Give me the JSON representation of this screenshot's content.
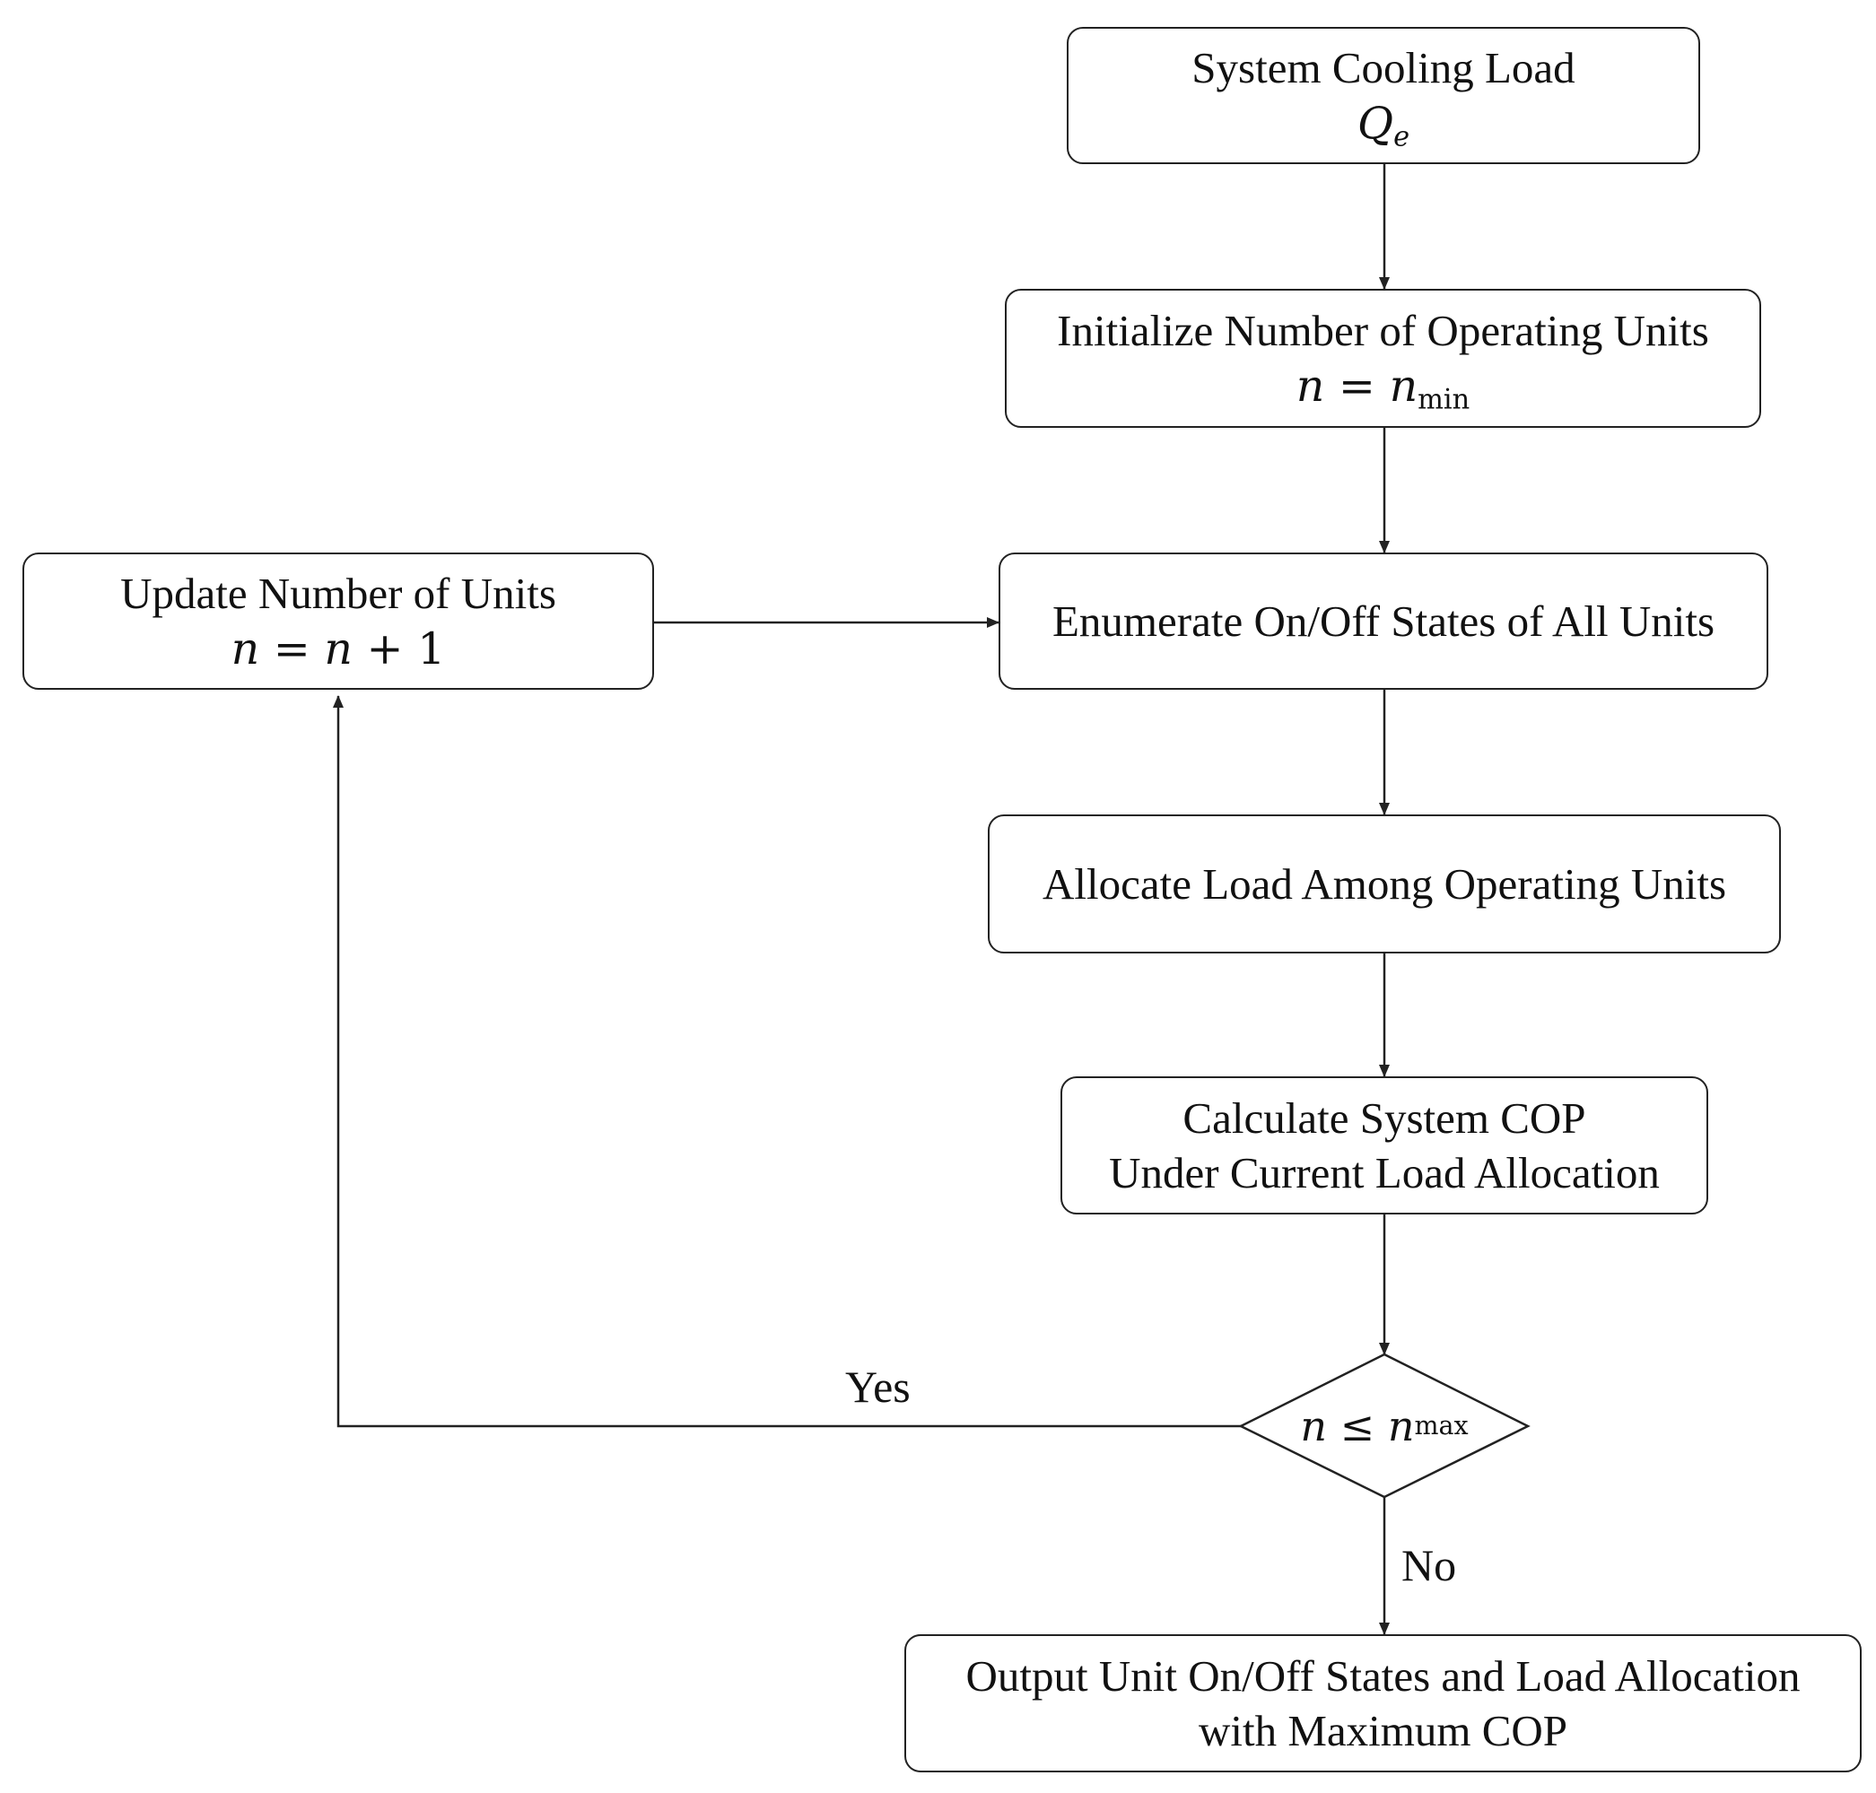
{
  "diagram": {
    "nodes": {
      "cooling_load": {
        "label": "System Cooling Load",
        "math": {
          "base": "Q",
          "sub": "e"
        }
      },
      "initialize": {
        "label": "Initialize Number of Operating Units",
        "math": {
          "lhs": "n",
          "op": "=",
          "rhs": "n",
          "sub": "min"
        }
      },
      "update": {
        "label": "Update Number of Units",
        "math": {
          "lhs": "n",
          "op": "=",
          "rhs": "n",
          "op2": "+",
          "const": "1"
        }
      },
      "enumerate": {
        "label": "Enumerate On/Off States of All Units"
      },
      "allocate": {
        "label": "Allocate Load Among Operating Units"
      },
      "calculate": {
        "line1": "Calculate System COP",
        "line2": "Under Current Load Allocation"
      },
      "decision": {
        "math": {
          "lhs": "n",
          "op": "≤",
          "rhs": "n",
          "sub": "max"
        }
      },
      "output": {
        "line1": "Output Unit On/Off States and Load Allocation",
        "line2": "with Maximum COP"
      }
    },
    "edge_labels": {
      "yes": "Yes",
      "no": "No"
    },
    "colors": {
      "stroke": "#222222",
      "text": "#111111",
      "background": "#ffffff"
    }
  }
}
